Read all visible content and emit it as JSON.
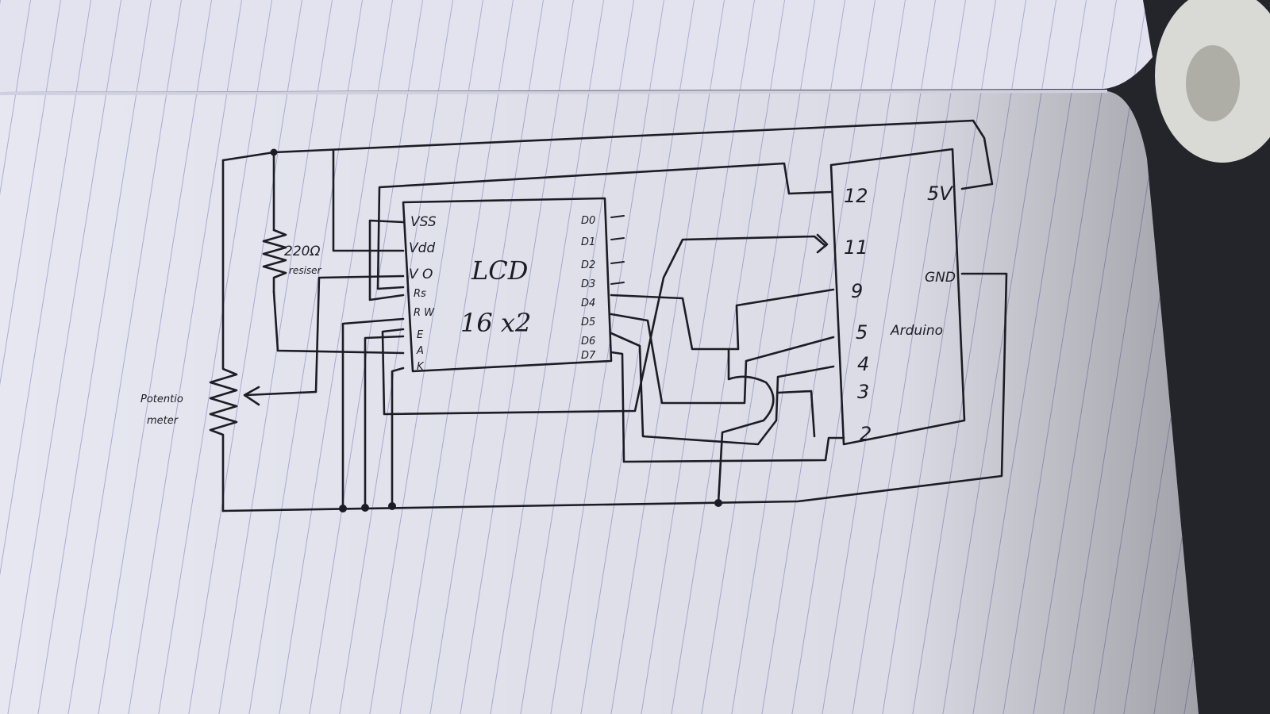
{
  "colors": {
    "paper": "#e6e7f1",
    "paper_shadow": "#cfd0df",
    "rule": "#a9aecf",
    "margin_rule": "#d7a0a8",
    "ink": "#1c1d24",
    "background": "#23252b"
  },
  "diagram": {
    "lcd": {
      "title": "LCD",
      "subtitle": "16 x2",
      "left_pins": [
        "VSS",
        "Vdd",
        "V O",
        "Rs",
        "R W",
        "E",
        "A",
        "K"
      ],
      "right_pins": [
        "D0",
        "D1",
        "D2",
        "D3",
        "D4",
        "D5",
        "D6",
        "D7"
      ]
    },
    "resistor": {
      "value": "220Ω",
      "label": "resiser"
    },
    "potentiometer": {
      "label_line1": "Potentio",
      "label_line2": "meter"
    },
    "arduino": {
      "label": "Arduino",
      "pins": [
        "12",
        "11",
        "9",
        "5",
        "4",
        "3",
        "2"
      ],
      "power": "5V",
      "ground": "GND"
    }
  }
}
